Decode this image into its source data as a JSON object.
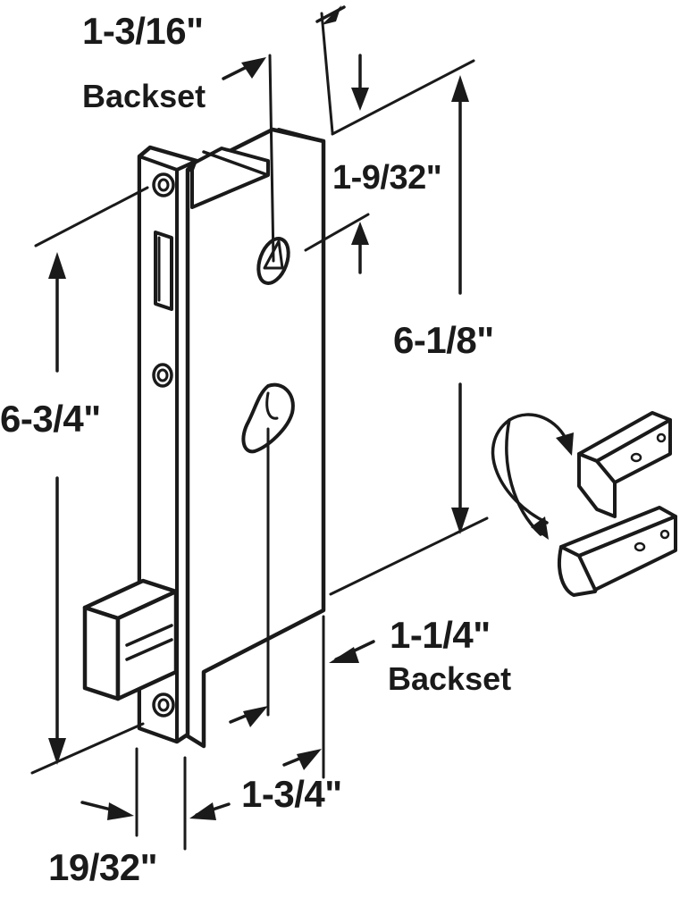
{
  "labels": {
    "top_backset_value": "1-3/16\"",
    "top_backset_word": "Backset",
    "spindle_offset": "1-9/32\"",
    "overall_height": "6-3/4\"",
    "hub_to_hook": "6-1/8\"",
    "bottom_backset_value": "1-1/4\"",
    "bottom_backset_word": "Backset",
    "case_depth": "1-3/4\"",
    "faceplate_width": "19/32\""
  },
  "colors": {
    "ink": "#1a1a1a",
    "paper": "#ffffff"
  }
}
